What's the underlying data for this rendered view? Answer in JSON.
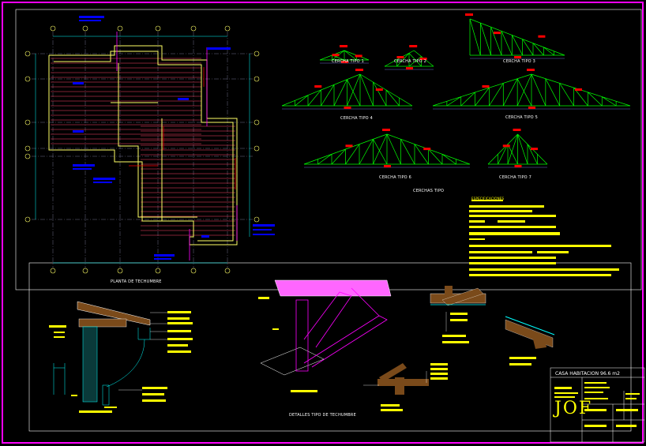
{
  "colors": {
    "background": "#000000",
    "frame": "#ff00ff",
    "truss": "#00ff00",
    "note_block": "#ffff00",
    "tag_red": "#ff0000",
    "tag_blue": "#0000ff",
    "dimension": "#00ffff",
    "roof_lines": "#ff4466",
    "walls": "#ffff66",
    "timber": "#7a4a1a",
    "text": "#ffffff"
  },
  "trusses": [
    {
      "label": "CERCHA TIPO 1"
    },
    {
      "label": "CERCHA TIPO 2"
    },
    {
      "label": "CERCHA TIPO 3"
    },
    {
      "label": "CERCHA TIPO 4"
    },
    {
      "label": "CERCHA TIPO 5"
    },
    {
      "label": "CERCHA TIPO 6"
    },
    {
      "label": "CERCHA TIPO 7"
    }
  ],
  "truss_group_title": "CERCHAS TIPO",
  "plan_title": "PLANTA DE TECHUMBRE",
  "details_title": "DETALLES TIPO DE TECHUMBRE",
  "notes_heading": "ESPECIFICACIONES",
  "title_block": {
    "project": "CASA HABITACION 96.6 m2",
    "logo": "JOF"
  }
}
